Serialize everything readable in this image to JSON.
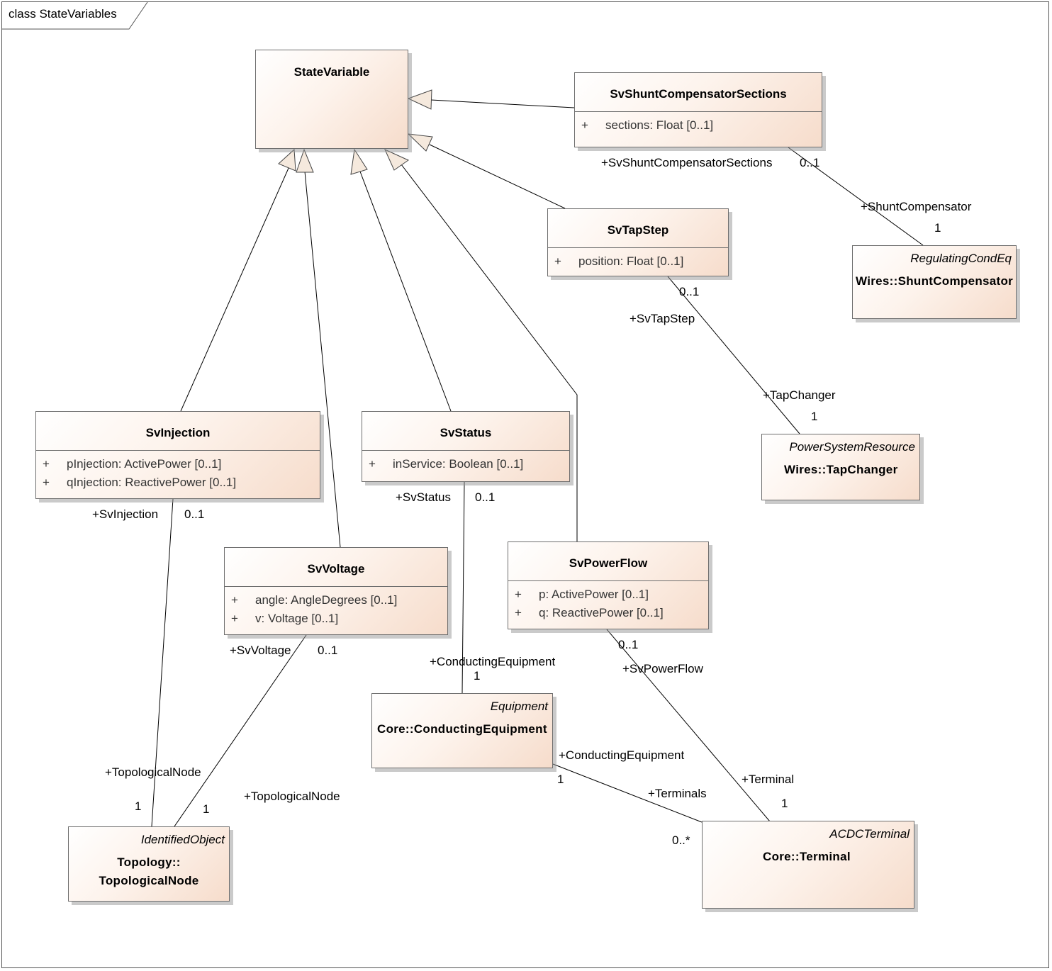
{
  "frame": {
    "title": "class StateVariables"
  },
  "classes": {
    "state_variable": {
      "name": "StateVariable"
    },
    "sv_shunt": {
      "name": "SvShuntCompensatorSections",
      "attrs": [
        {
          "vis": "+",
          "text": "sections: Float [0..1]"
        }
      ]
    },
    "sv_tapstep": {
      "name": "SvTapStep",
      "attrs": [
        {
          "vis": "+",
          "text": "position: Float [0..1]"
        }
      ]
    },
    "sv_injection": {
      "name": "SvInjection",
      "attrs": [
        {
          "vis": "+",
          "text": "pInjection: ActivePower [0..1]"
        },
        {
          "vis": "+",
          "text": "qInjection: ReactivePower [0..1]"
        }
      ]
    },
    "sv_status": {
      "name": "SvStatus",
      "attrs": [
        {
          "vis": "+",
          "text": "inService: Boolean [0..1]"
        }
      ]
    },
    "sv_voltage": {
      "name": "SvVoltage",
      "attrs": [
        {
          "vis": "+",
          "text": "angle: AngleDegrees [0..1]"
        },
        {
          "vis": "+",
          "text": "v: Voltage [0..1]"
        }
      ]
    },
    "sv_powerflow": {
      "name": "SvPowerFlow",
      "attrs": [
        {
          "vis": "+",
          "text": "p: ActivePower [0..1]"
        },
        {
          "vis": "+",
          "text": "q: ReactivePower [0..1]"
        }
      ]
    },
    "shunt_compensator": {
      "stereotype": "RegulatingCondEq",
      "name": "Wires::ShuntCompensator"
    },
    "tap_changer": {
      "stereotype": "PowerSystemResource",
      "name": "Wires::TapChanger"
    },
    "conducting_equipment": {
      "stereotype": "Equipment",
      "name": "Core::ConductingEquipment"
    },
    "topological_node": {
      "stereotype": "IdentifiedObject",
      "name_line1": "Topology::",
      "name_line2": "TopologicalNode"
    },
    "terminal": {
      "stereotype": "ACDCTerminal",
      "name": "Core::Terminal"
    }
  },
  "associations": {
    "shunt": {
      "source_role": "+SvShuntCompensatorSections",
      "source_mult": "0..1",
      "target_role": "+ShuntCompensator",
      "target_mult": "1"
    },
    "tapstep": {
      "source_mult": "0..1",
      "source_role": "+SvTapStep",
      "target_role": "+TapChanger",
      "target_mult": "1"
    },
    "injection": {
      "source_role": "+SvInjection",
      "source_mult": "0..1",
      "target_role": "+TopologicalNode",
      "target_mult": "1"
    },
    "status": {
      "source_role": "+SvStatus",
      "source_mult": "0..1",
      "target_role": "+ConductingEquipment",
      "target_mult": "1"
    },
    "voltage": {
      "source_role": "+SvVoltage",
      "source_mult": "0..1",
      "target_role": "+TopologicalNode",
      "target_mult": "1"
    },
    "powerflow": {
      "source_mult": "0..1",
      "source_role": "+SvPowerFlow",
      "target_role": "+Terminal",
      "target_mult": "1"
    },
    "equipment_terminals": {
      "source_role": "+ConductingEquipment",
      "source_mult": "1",
      "target_role": "+Terminals",
      "target_mult": "0..*"
    }
  }
}
